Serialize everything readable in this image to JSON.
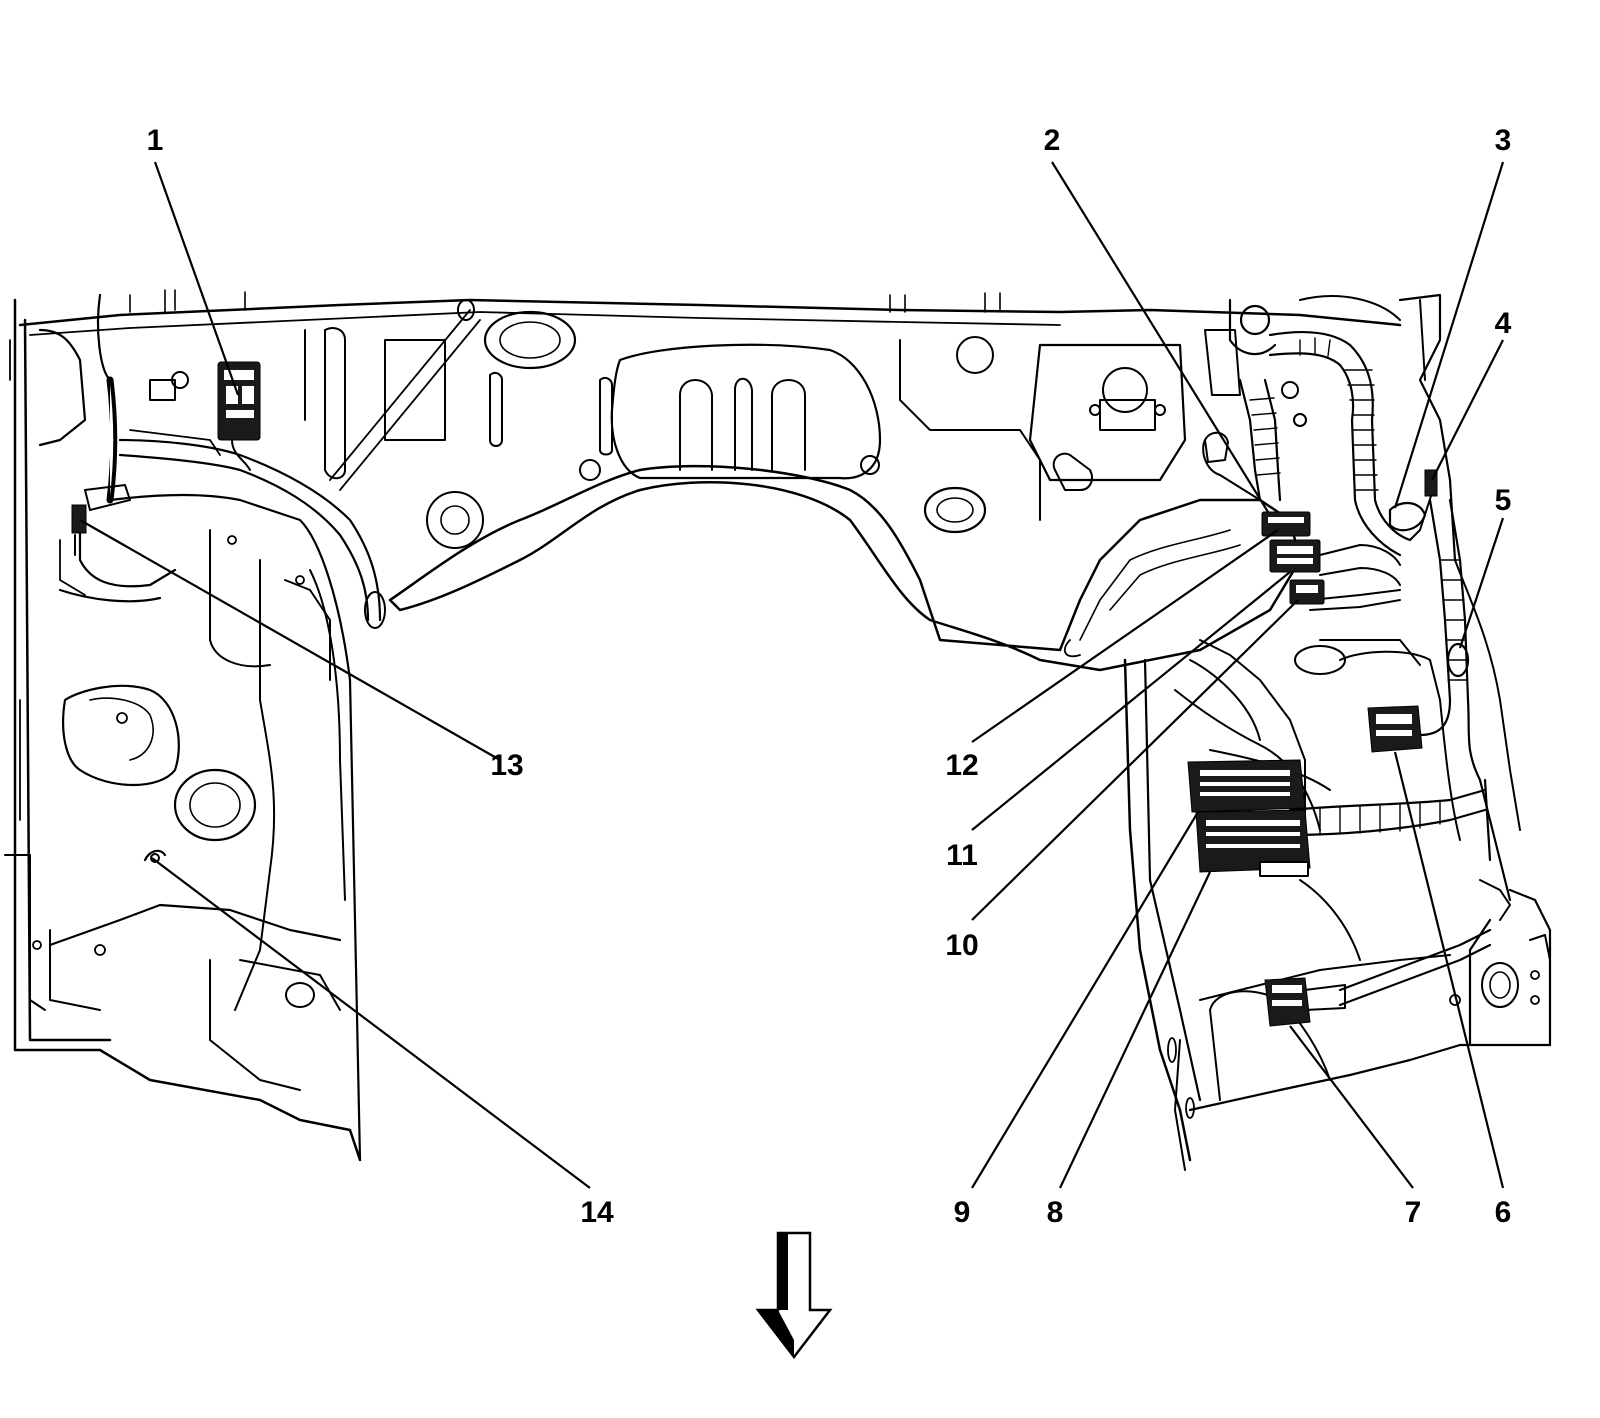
{
  "callouts": [
    {
      "id": "1",
      "label": "1"
    },
    {
      "id": "2",
      "label": "2"
    },
    {
      "id": "3",
      "label": "3"
    },
    {
      "id": "4",
      "label": "4"
    },
    {
      "id": "5",
      "label": "5"
    },
    {
      "id": "6",
      "label": "6"
    },
    {
      "id": "7",
      "label": "7"
    },
    {
      "id": "8",
      "label": "8"
    },
    {
      "id": "9",
      "label": "9"
    },
    {
      "id": "10",
      "label": "10"
    },
    {
      "id": "11",
      "label": "11"
    },
    {
      "id": "12",
      "label": "12"
    },
    {
      "id": "13",
      "label": "13"
    },
    {
      "id": "14",
      "label": "14"
    }
  ],
  "direction_arrow": {
    "icon": "down-arrow-icon",
    "direction": "down"
  },
  "colors": {
    "ink": "#000000",
    "background": "#ffffff"
  }
}
